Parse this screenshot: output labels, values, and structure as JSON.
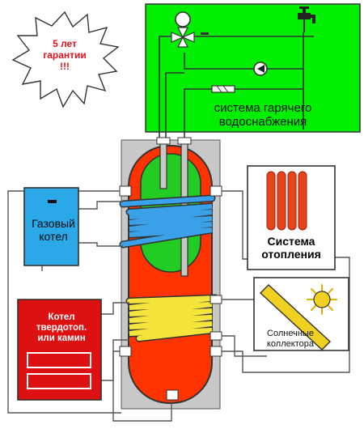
{
  "labels": {
    "guarantee": "5 лет\nгарантии\n!!!",
    "hot_water": "система гарячего\nводоснабжения",
    "gas_boiler": "Газовый\nкотел",
    "heating_system": "Система\nотопления",
    "solar_collector": "Солнечные\nколлектора",
    "solid_fuel_boiler": "Котел\nтвердотоп.\nили камин"
  },
  "colors": {
    "hot_water_panel": "#00ee00",
    "tank_hot": "#ff3300",
    "tank_cool": "#22cc22",
    "jacket": "#c8c8c8",
    "coil_upper": "#3aa0e8",
    "coil_lower": "#f5e43c",
    "gas_boiler": "#2aa8e8",
    "solid_fuel_boiler": "#dd1111",
    "radiator": "#e8441a",
    "sun": "#f0d020",
    "guarantee_text": "#e8101a"
  },
  "icons": [
    "starburst-badge",
    "tap-icon",
    "mixing-valve-icon",
    "circulation-pump-icon",
    "check-valve-icon",
    "radiator-icon",
    "sun-icon",
    "solar-panel-icon"
  ]
}
